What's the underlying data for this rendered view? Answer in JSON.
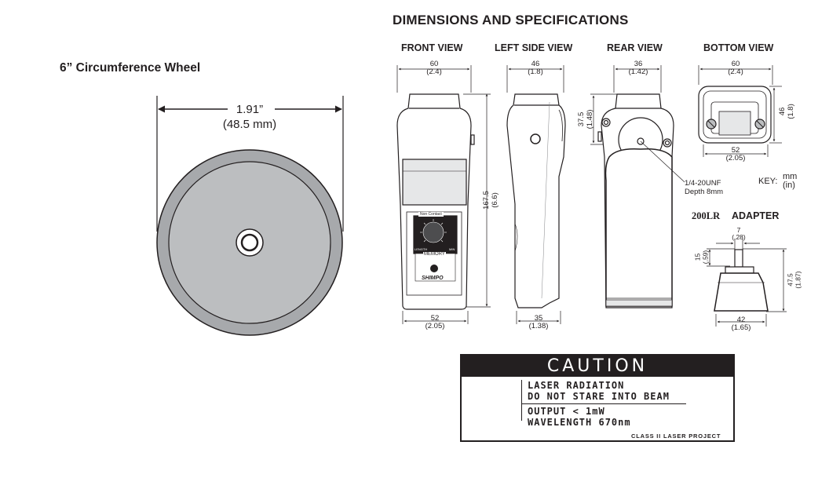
{
  "wheel": {
    "title": "6” Circumference Wheel",
    "dim_in": "1.91”",
    "dim_mm": "(48.5 mm)"
  },
  "specs": {
    "title": "DIMENSIONS AND SPECIFICATIONS",
    "views": {
      "front": "FRONT VIEW",
      "left": "LEFT SIDE VIEW",
      "rear": "REAR VIEW",
      "bottom": "BOTTOM VIEW"
    },
    "front": {
      "top_mm": "60",
      "top_in": "(2.4)",
      "height_mm": "167.5",
      "height_in": "(6.6)",
      "bottom_mm": "52",
      "bottom_in": "(2.05)",
      "dial_label": "Non Contact",
      "dial_left": "LENGTH",
      "dial_right": "MIN",
      "memory_label": "MEMORY",
      "brand": "SHIMPO"
    },
    "left": {
      "top_mm": "46",
      "top_in": "(1.8)",
      "bottom_mm": "35",
      "bottom_in": "(1.38)"
    },
    "rear": {
      "top_mm": "36",
      "top_in": "(1.42)",
      "side_mm": "37.5",
      "side_in": "(1.48)",
      "thread": "1/4-20UNF",
      "depth": "Depth 8mm"
    },
    "bottom": {
      "top_mm": "60",
      "top_in": "(2.4)",
      "side_mm": "46",
      "side_in": "(1.8)",
      "bottom_mm": "52",
      "bottom_in": "(2.05)"
    },
    "key": {
      "label": "KEY:",
      "mm": "mm",
      "in": "(in)"
    },
    "adapter": {
      "model": "200LR",
      "title": "ADAPTER",
      "top_mm": "7",
      "top_in": "(.28)",
      "shaft_mm": "15",
      "shaft_in": "(.59)",
      "height_mm": "47.5",
      "height_in": "(1.87)",
      "bottom_mm": "42",
      "bottom_in": "(1.65)"
    }
  },
  "caution": {
    "title": "CAUTION",
    "line1": "LASER RADIATION",
    "line2": "DO NOT STARE INTO BEAM",
    "line3": "OUTPUT < 1mW",
    "line4": "WAVELENGTH 670nm",
    "footer": "CLASS II LASER PROJECT"
  }
}
